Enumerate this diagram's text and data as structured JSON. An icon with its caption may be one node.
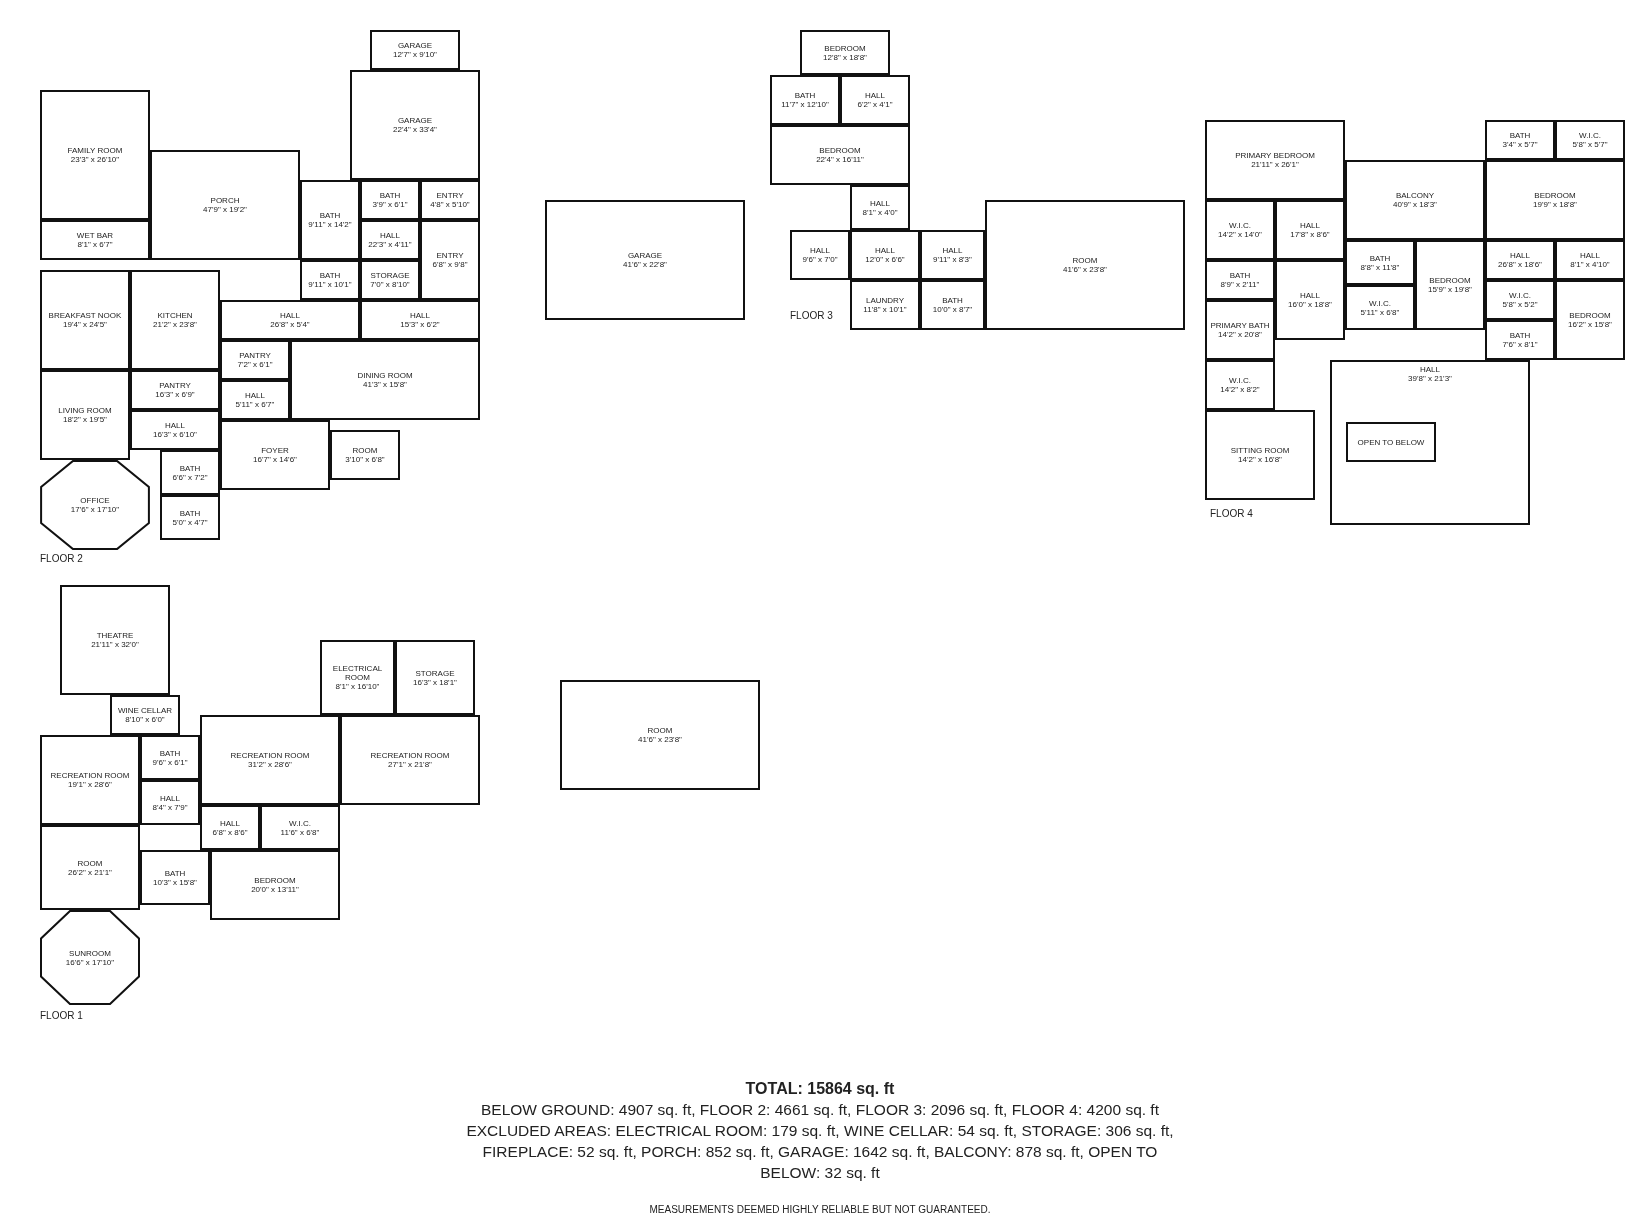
{
  "diagram": {
    "nodes": [
      {
        "text": [
          "GARAGE",
          "12'7\" x 9'10\""
        ]
      },
      {
        "text": [
          "GARAGE",
          "22'4\" x 33'4\""
        ]
      },
      {
        "text": [
          "FAMILY ROOM",
          "23'3\" x 26'10\""
        ]
      },
      {
        "text": [
          "PORCH",
          "47'9\" x 19'2\""
        ]
      },
      {
        "text": [
          "BATH",
          "9'11\" x 14'2\""
        ]
      },
      {
        "text": [
          "ENTRY",
          "4'8\" x 5'10\""
        ]
      },
      {
        "text": [
          "BATH",
          "3'9\" x 6'1\""
        ]
      },
      {
        "text": [
          "HALL",
          "22'3\" x 4'11\""
        ]
      },
      {
        "text": [
          "ENTRY",
          "6'8\" x 9'8\""
        ]
      },
      {
        "text": [
          "WET BAR",
          "8'1\" x 6'7\""
        ]
      },
      {
        "text": [
          "BATH",
          "9'11\" x 10'1\""
        ]
      },
      {
        "text": [
          "STORAGE",
          "7'0\" x 8'10\""
        ]
      },
      {
        "text": [
          "HALL",
          "26'8\" x 5'4\""
        ]
      },
      {
        "text": [
          "HALL",
          "15'3\" x 6'2\""
        ]
      },
      {
        "text": [
          "BREAKFAST NOOK",
          "19'4\" x 24'5\""
        ]
      },
      {
        "text": [
          "KITCHEN",
          "21'2\" x 23'8\""
        ]
      },
      {
        "text": [
          "PANTRY",
          "7'2\" x 6'1\""
        ]
      },
      {
        "text": [
          "DINING ROOM",
          "41'3\" x 15'8\""
        ]
      },
      {
        "text": [
          "HALL",
          "5'11\" x 6'7\""
        ]
      },
      {
        "text": [
          "PANTRY",
          "16'3\" x 6'9\""
        ]
      },
      {
        "text": [
          "LIVING ROOM",
          "18'2\" x 19'5\""
        ]
      },
      {
        "text": [
          "HALL",
          "16'3\" x 6'10\""
        ]
      },
      {
        "text": [
          "FOYER",
          "16'7\" x 14'6\""
        ]
      },
      {
        "text": [
          "BATH",
          "6'6\" x 7'2\""
        ]
      },
      {
        "text": [
          "ROOM",
          "3'10\" x 6'8\""
        ]
      },
      {
        "text": [
          "BATH",
          "5'0\" x 4'7\""
        ]
      },
      {
        "text": [
          "OFFICE",
          "17'6\" x 17'10\""
        ]
      },
      {
        "text": [
          "GARAGE",
          "41'6\" x 22'8\""
        ]
      },
      {
        "text": [
          "BEDROOM",
          "12'8\" x 18'8\""
        ]
      },
      {
        "text": [
          "BATH",
          "11'7\" x 12'10\""
        ]
      },
      {
        "text": [
          "HALL",
          "6'2\" x 4'1\""
        ]
      },
      {
        "text": [
          "BEDROOM",
          "22'4\" x 16'11\""
        ]
      },
      {
        "text": [
          "HALL",
          "8'1\" x 4'0\""
        ]
      },
      {
        "text": [
          "HALL",
          "9'6\" x 7'0\""
        ]
      },
      {
        "text": [
          "HALL",
          "12'0\" x 6'6\""
        ]
      },
      {
        "text": [
          "HALL",
          "9'11\" x 8'3\""
        ]
      },
      {
        "text": [
          "LAUNDRY",
          "11'8\" x 10'1\""
        ]
      },
      {
        "text": [
          "BATH",
          "10'0\" x 8'7\""
        ]
      },
      {
        "text": [
          "ROOM",
          "41'6\" x 23'8\""
        ]
      },
      {
        "text": [
          "PRIMARY BEDROOM",
          "21'11\" x 26'1\""
        ]
      },
      {
        "text": [
          "BATH",
          "3'4\" x 5'7\""
        ]
      },
      {
        "text": [
          "W.I.C.",
          "5'8\" x 5'7\""
        ]
      },
      {
        "text": [
          "BALCONY",
          "40'9\" x 18'3\""
        ]
      },
      {
        "text": [
          "BEDROOM",
          "19'9\" x 18'8\""
        ]
      },
      {
        "text": [
          "W.I.C.",
          "14'2\" x 14'0\""
        ]
      },
      {
        "text": [
          "HALL",
          "17'8\" x 8'6\""
        ]
      },
      {
        "text": [
          "HALL",
          "8'1\" x 4'10\""
        ]
      },
      {
        "text": [
          "BATH",
          "8'9\" x 2'11\""
        ]
      },
      {
        "text": [
          "HALL",
          "16'0\" x 18'8\""
        ]
      },
      {
        "text": [
          "BATH",
          "8'8\" x 11'8\""
        ]
      },
      {
        "text": [
          "BEDROOM",
          "15'9\" x 19'8\""
        ]
      },
      {
        "text": [
          "HALL",
          "26'8\" x 18'6\""
        ]
      },
      {
        "text": [
          "PRIMARY BATH",
          "14'2\" x 20'8\""
        ]
      },
      {
        "text": [
          "W.I.C.",
          "5'8\" x 5'2\""
        ]
      },
      {
        "text": [
          "BEDROOM",
          "16'2\" x 15'8\""
        ]
      },
      {
        "text": [
          "W.I.C.",
          "5'11\" x 6'8\""
        ]
      },
      {
        "text": [
          "BATH",
          "7'6\" x 8'1\""
        ]
      },
      {
        "text": [
          "W.I.C.",
          "14'2\" x 8'2\""
        ]
      },
      {
        "text": [
          "HALL",
          "39'8\" x 21'3\""
        ]
      },
      {
        "text": [
          "OPEN TO BELOW"
        ],
        "in": 58
      },
      {
        "text": [
          "SITTING ROOM",
          "14'2\" x 16'8\""
        ]
      },
      {
        "text": [
          "THEATRE",
          "21'11\" x 32'0\""
        ]
      },
      {
        "text": [
          "ELECTRICAL ROOM",
          "8'1\" x 16'10\""
        ]
      },
      {
        "text": [
          "STORAGE",
          "16'3\" x 18'1\""
        ]
      },
      {
        "text": [
          "WINE CELLAR",
          "8'10\" x 6'0\""
        ]
      },
      {
        "text": [
          "RECREATION ROOM",
          "19'1\" x 28'6\""
        ]
      },
      {
        "text": [
          "BATH",
          "9'6\" x 6'1\""
        ]
      },
      {
        "text": [
          "RECREATION ROOM",
          "31'2\" x 28'6\""
        ]
      },
      {
        "text": [
          "RECREATION ROOM",
          "27'1\" x 21'8\""
        ]
      },
      {
        "text": [
          "HALL",
          "8'4\" x 7'9\""
        ]
      },
      {
        "text": [
          "HALL",
          "6'8\" x 8'6\""
        ]
      },
      {
        "text": [
          "W.I.C.",
          "11'6\" x 6'8\""
        ]
      },
      {
        "text": [
          "ROOM",
          "26'2\" x 21'1\""
        ]
      },
      {
        "text": [
          "BATH",
          "10'3\" x 15'8\""
        ]
      },
      {
        "text": [
          "BEDROOM",
          "20'0\" x 13'11\""
        ]
      },
      {
        "text": [
          "SUNROOM",
          "16'6\" x 17'10\""
        ]
      },
      {
        "text": [
          "ROOM",
          "41'6\" x 23'8\""
        ]
      }
    ],
    "labels": [
      "FLOOR 2",
      "FLOOR 3",
      "FLOOR 4",
      "FLOOR 1",
      "TOTAL: 15864 sq. ft",
      "BELOW GROUND: 4907 sq. ft, FLOOR 2: 4661 sq. ft, FLOOR 3: 2096 sq. ft, FLOOR 4: 4200 sq. ft",
      "EXCLUDED AREAS: ELECTRICAL ROOM: 179 sq. ft, WINE CELLAR: 54 sq. ft, STORAGE: 306 sq. ft, FIREPLACE: 52 sq. ft, PORCH: 852 sq. ft, GARAGE: 1642 sq. ft, BALCONY: 878 sq. ft, OPEN TO BELOW: 32 sq. ft",
      "MEASUREMENTS DEEMED HIGHLY RELIABLE BUT NOT GUARANTEED."
    ]
  }
}
